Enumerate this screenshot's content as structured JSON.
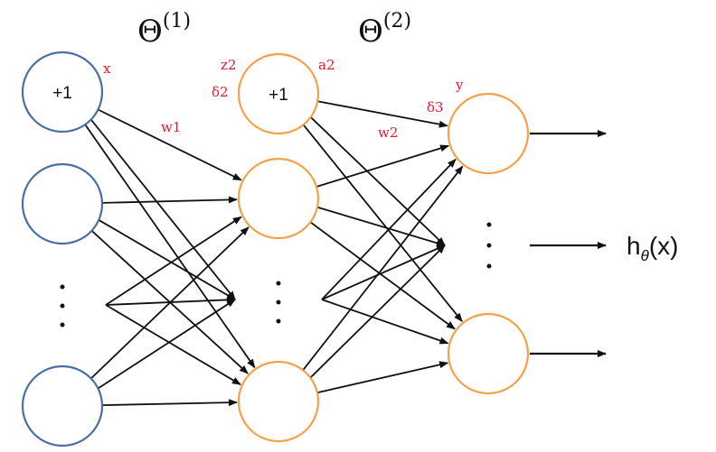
{
  "layers": [
    {
      "theta_label": "Θ",
      "theta_sup": "(1)"
    },
    {
      "theta_label": "Θ",
      "theta_sup": "(2)"
    }
  ],
  "bias_label": "+1",
  "annotations": {
    "x": "x",
    "w1": "w1",
    "z2": "z2",
    "a2": "a2",
    "delta2": "δ2",
    "w2": "w2",
    "y": "y",
    "delta3": "δ3"
  },
  "output": {
    "main": "h",
    "subscript": "θ",
    "argument": "(x)"
  },
  "colors": {
    "input_node": "#4a6fa5",
    "hidden_node": "#f5a04a",
    "output_node": "#f5a04a",
    "annotation": "#e8192c",
    "edge": "#111111"
  }
}
